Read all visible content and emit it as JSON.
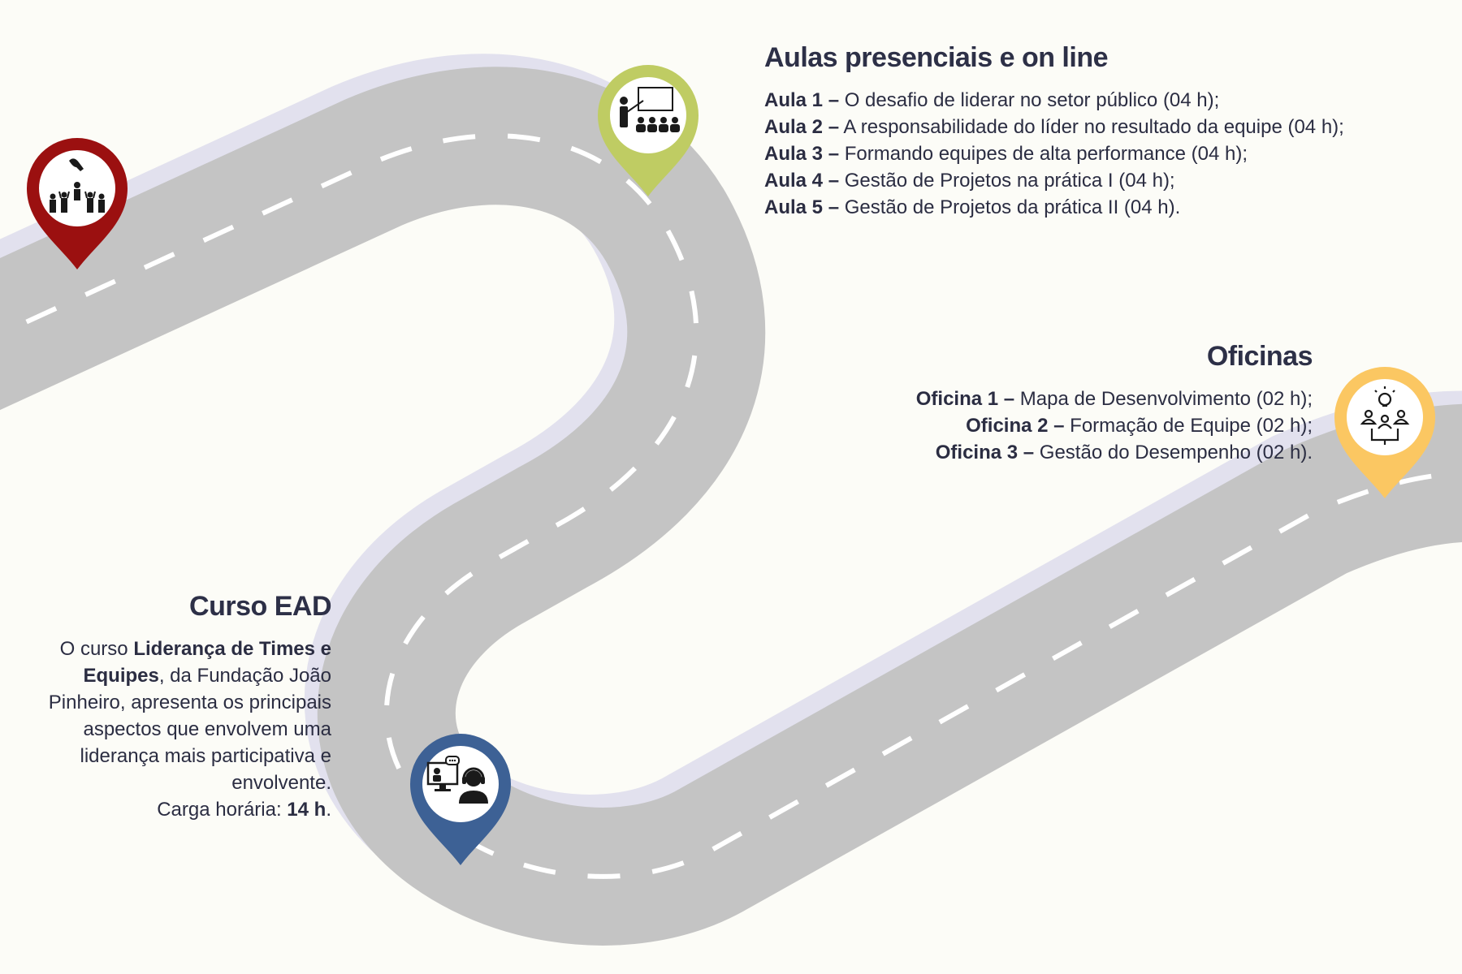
{
  "colors": {
    "background": "#fcfcf7",
    "road": "#c4c4c4",
    "road_shadow": "#e2e1ee",
    "dash": "#ffffff",
    "text": "#2b2d42"
  },
  "sections": {
    "aulas": {
      "heading": "Aulas presenciais e on line",
      "items": [
        {
          "label": "Aula 1 –",
          "text": " O desafio de liderar no setor público (04 h);"
        },
        {
          "label": "Aula 2 –",
          "text": " A responsabilidade do líder no resultado da equipe (04 h);"
        },
        {
          "label": "Aula 3 –",
          "text": " Formando equipes de alta performance (04 h);"
        },
        {
          "label": "Aula 4 –",
          "text": " Gestão de Projetos na prática I (04 h);"
        },
        {
          "label": "Aula 5 –",
          "text": " Gestão de Projetos da prática II (04 h)."
        }
      ]
    },
    "oficinas": {
      "heading": "Oficinas",
      "items": [
        {
          "label": "Oficina 1 –",
          "text": " Mapa de Desenvolvimento (02 h);"
        },
        {
          "label": "Oficina 2 –",
          "text": " Formação de Equipe (02 h);"
        },
        {
          "label": "Oficina 3 –",
          "text": " Gestão do Desempenho (02 h)."
        }
      ]
    },
    "ead": {
      "heading": "Curso EAD",
      "intro": "O curso ",
      "course_name": "Liderança de Times e Equipes",
      "description": ", da Fundação João Pinheiro, apresenta  os principais aspectos que envolvem uma liderança mais participativa e envolvente. ",
      "workload_label": "Carga horária: ",
      "workload_value": "14 h",
      "workload_suffix": "."
    }
  },
  "pins": [
    {
      "name": "leadership-pin",
      "color": "#9b1010",
      "icon": "leader-group-icon"
    },
    {
      "name": "classroom-pin",
      "color": "#bfcc63",
      "icon": "classroom-teacher-icon"
    },
    {
      "name": "workshop-pin",
      "color": "#fbc762",
      "icon": "idea-team-icon"
    },
    {
      "name": "ead-pin",
      "color": "#3d6195",
      "icon": "online-support-icon"
    }
  ]
}
